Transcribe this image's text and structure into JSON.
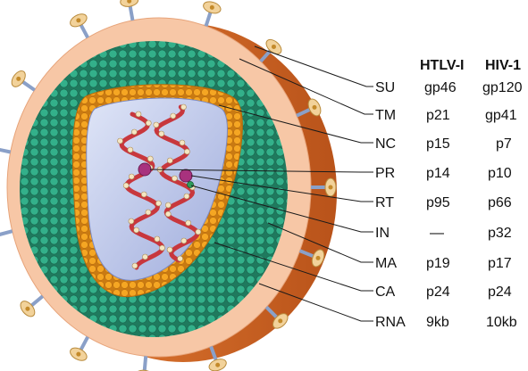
{
  "headers": {
    "col1": "HTLV-I",
    "col2": "HIV-1"
  },
  "rows": [
    {
      "label": "SU",
      "htlv": "gp46",
      "hiv": "gp120"
    },
    {
      "label": "TM",
      "htlv": "p21",
      "hiv": "gp41"
    },
    {
      "label": "NC",
      "htlv": "p15",
      "hiv": "p7"
    },
    {
      "label": "PR",
      "htlv": "p14",
      "hiv": "p10"
    },
    {
      "label": "RT",
      "htlv": "p95",
      "hiv": "p66"
    },
    {
      "label": "IN",
      "htlv": "—",
      "hiv": "p32"
    },
    {
      "label": "MA",
      "htlv": "p19",
      "hiv": "p17"
    },
    {
      "label": "CA",
      "htlv": "p24",
      "hiv": "p24"
    },
    {
      "label": "RNA",
      "htlv": "9kb",
      "hiv": "10kb"
    }
  ],
  "colors": {
    "envelope": "#f7c7a6",
    "envelope_side": "#d96f2a",
    "matrix": "#2e9e7b",
    "capsid": "#f0a028",
    "core": "#b7c3e8",
    "rna": "#c8373d",
    "enzyme": "#a8327e",
    "spike_head": "#f2d29a",
    "spike_stalk": "#8aa0c8"
  }
}
